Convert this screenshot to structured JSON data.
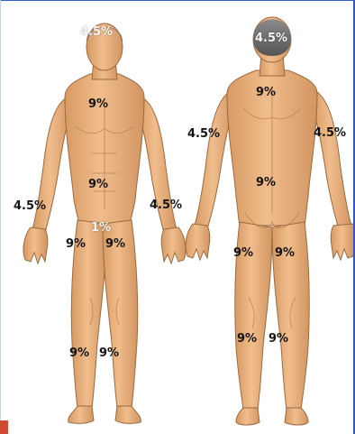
{
  "colors": {
    "skin": "#e9b27f",
    "skin_shadow": "#c98c57",
    "outline": "#9a6a40",
    "hair": "#6f6f6f",
    "label_dark": "#141414",
    "label_light": "#f4f4f4",
    "frame_accent": "#2f55c8"
  },
  "front": {
    "head": "4.5%",
    "chest": "9%",
    "abdomen": "9%",
    "left_arm": "4.5%",
    "right_arm": "4.5%",
    "genitals": "1%",
    "left_thigh": "9%",
    "right_thigh": "9%",
    "left_lower_leg": "9%",
    "right_lower_leg": "9%"
  },
  "back": {
    "head": "4.5%",
    "upper_back": "9%",
    "left_arm": "4.5%",
    "right_arm": "4.5%",
    "lower_back": "9%",
    "left_thigh": "9%",
    "right_thigh": "9%",
    "left_calf": "9%",
    "right_calf": "9%"
  }
}
